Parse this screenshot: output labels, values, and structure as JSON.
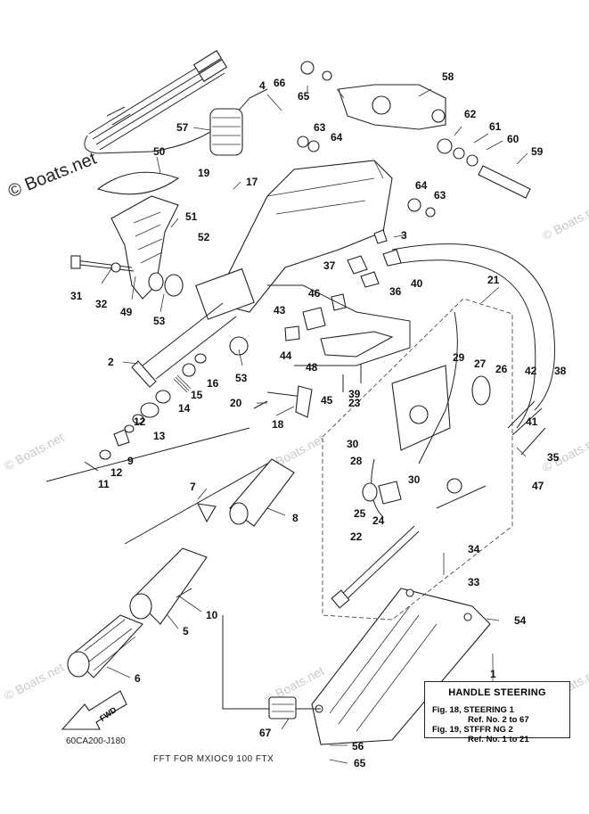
{
  "watermark": "© Boats.net",
  "brand_text": "© Boats.net",
  "diagram_code": "60CA200-J180",
  "footnote": "FFT FOR MXIOC9 100 FTX",
  "fwd_label": "FWD",
  "info_box": {
    "title": "HANDLE STEERING",
    "line1": "Fig. 18, STEERING 1",
    "line2": "Ref. No. 2 to 67",
    "line3": "Fig. 19, STFFR NG 2",
    "line4": "Ref. No. 1 to 21"
  },
  "callouts": {
    "c1": "1",
    "c2": "2",
    "c3": "3",
    "c4": "4",
    "c5": "5",
    "c6": "6",
    "c7": "7",
    "c8": "8",
    "c9": "9",
    "c10": "10",
    "c11": "11",
    "c12a": "12",
    "c12b": "12",
    "c13": "13",
    "c14": "14",
    "c15": "15",
    "c16": "16",
    "c17": "17",
    "c18": "18",
    "c19": "19",
    "c20": "20",
    "c21": "21",
    "c22": "22",
    "c23": "23",
    "c24": "24",
    "c25": "25",
    "c26": "26",
    "c27": "27",
    "c28": "28",
    "c29": "29",
    "c30a": "30",
    "c30b": "30",
    "c31": "31",
    "c32": "32",
    "c33": "33",
    "c34": "34",
    "c35": "35",
    "c36": "36",
    "c37": "37",
    "c38": "38",
    "c39": "39",
    "c40": "40",
    "c41": "41",
    "c42": "42",
    "c43": "43",
    "c44": "44",
    "c45": "45",
    "c46": "46",
    "c47": "47",
    "c48": "48",
    "c49": "49",
    "c50": "50",
    "c51": "51",
    "c52": "52",
    "c53a": "53",
    "c53b": "53",
    "c54": "54",
    "c56": "56",
    "c57": "57",
    "c58": "58",
    "c59": "59",
    "c60": "60",
    "c61": "61",
    "c62": "62",
    "c63a": "63",
    "c63b": "63",
    "c64a": "64",
    "c64b": "64",
    "c65a": "65",
    "c65b": "65",
    "c66": "66",
    "c67": "67"
  }
}
